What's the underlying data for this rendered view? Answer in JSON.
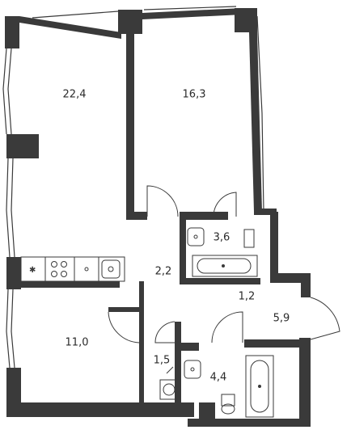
{
  "rooms": [
    {
      "id": "living",
      "area": "22,4"
    },
    {
      "id": "bedroom-1",
      "area": "16,3"
    },
    {
      "id": "bathroom-1",
      "area": "3,6"
    },
    {
      "id": "hall",
      "area": "2,2"
    },
    {
      "id": "corridor",
      "area": "1,2"
    },
    {
      "id": "wardrobe",
      "area": "5,9"
    },
    {
      "id": "bedroom-2",
      "area": "11,0"
    },
    {
      "id": "laundry",
      "area": "1,5"
    },
    {
      "id": "bathroom-2",
      "area": "4,4"
    }
  ]
}
